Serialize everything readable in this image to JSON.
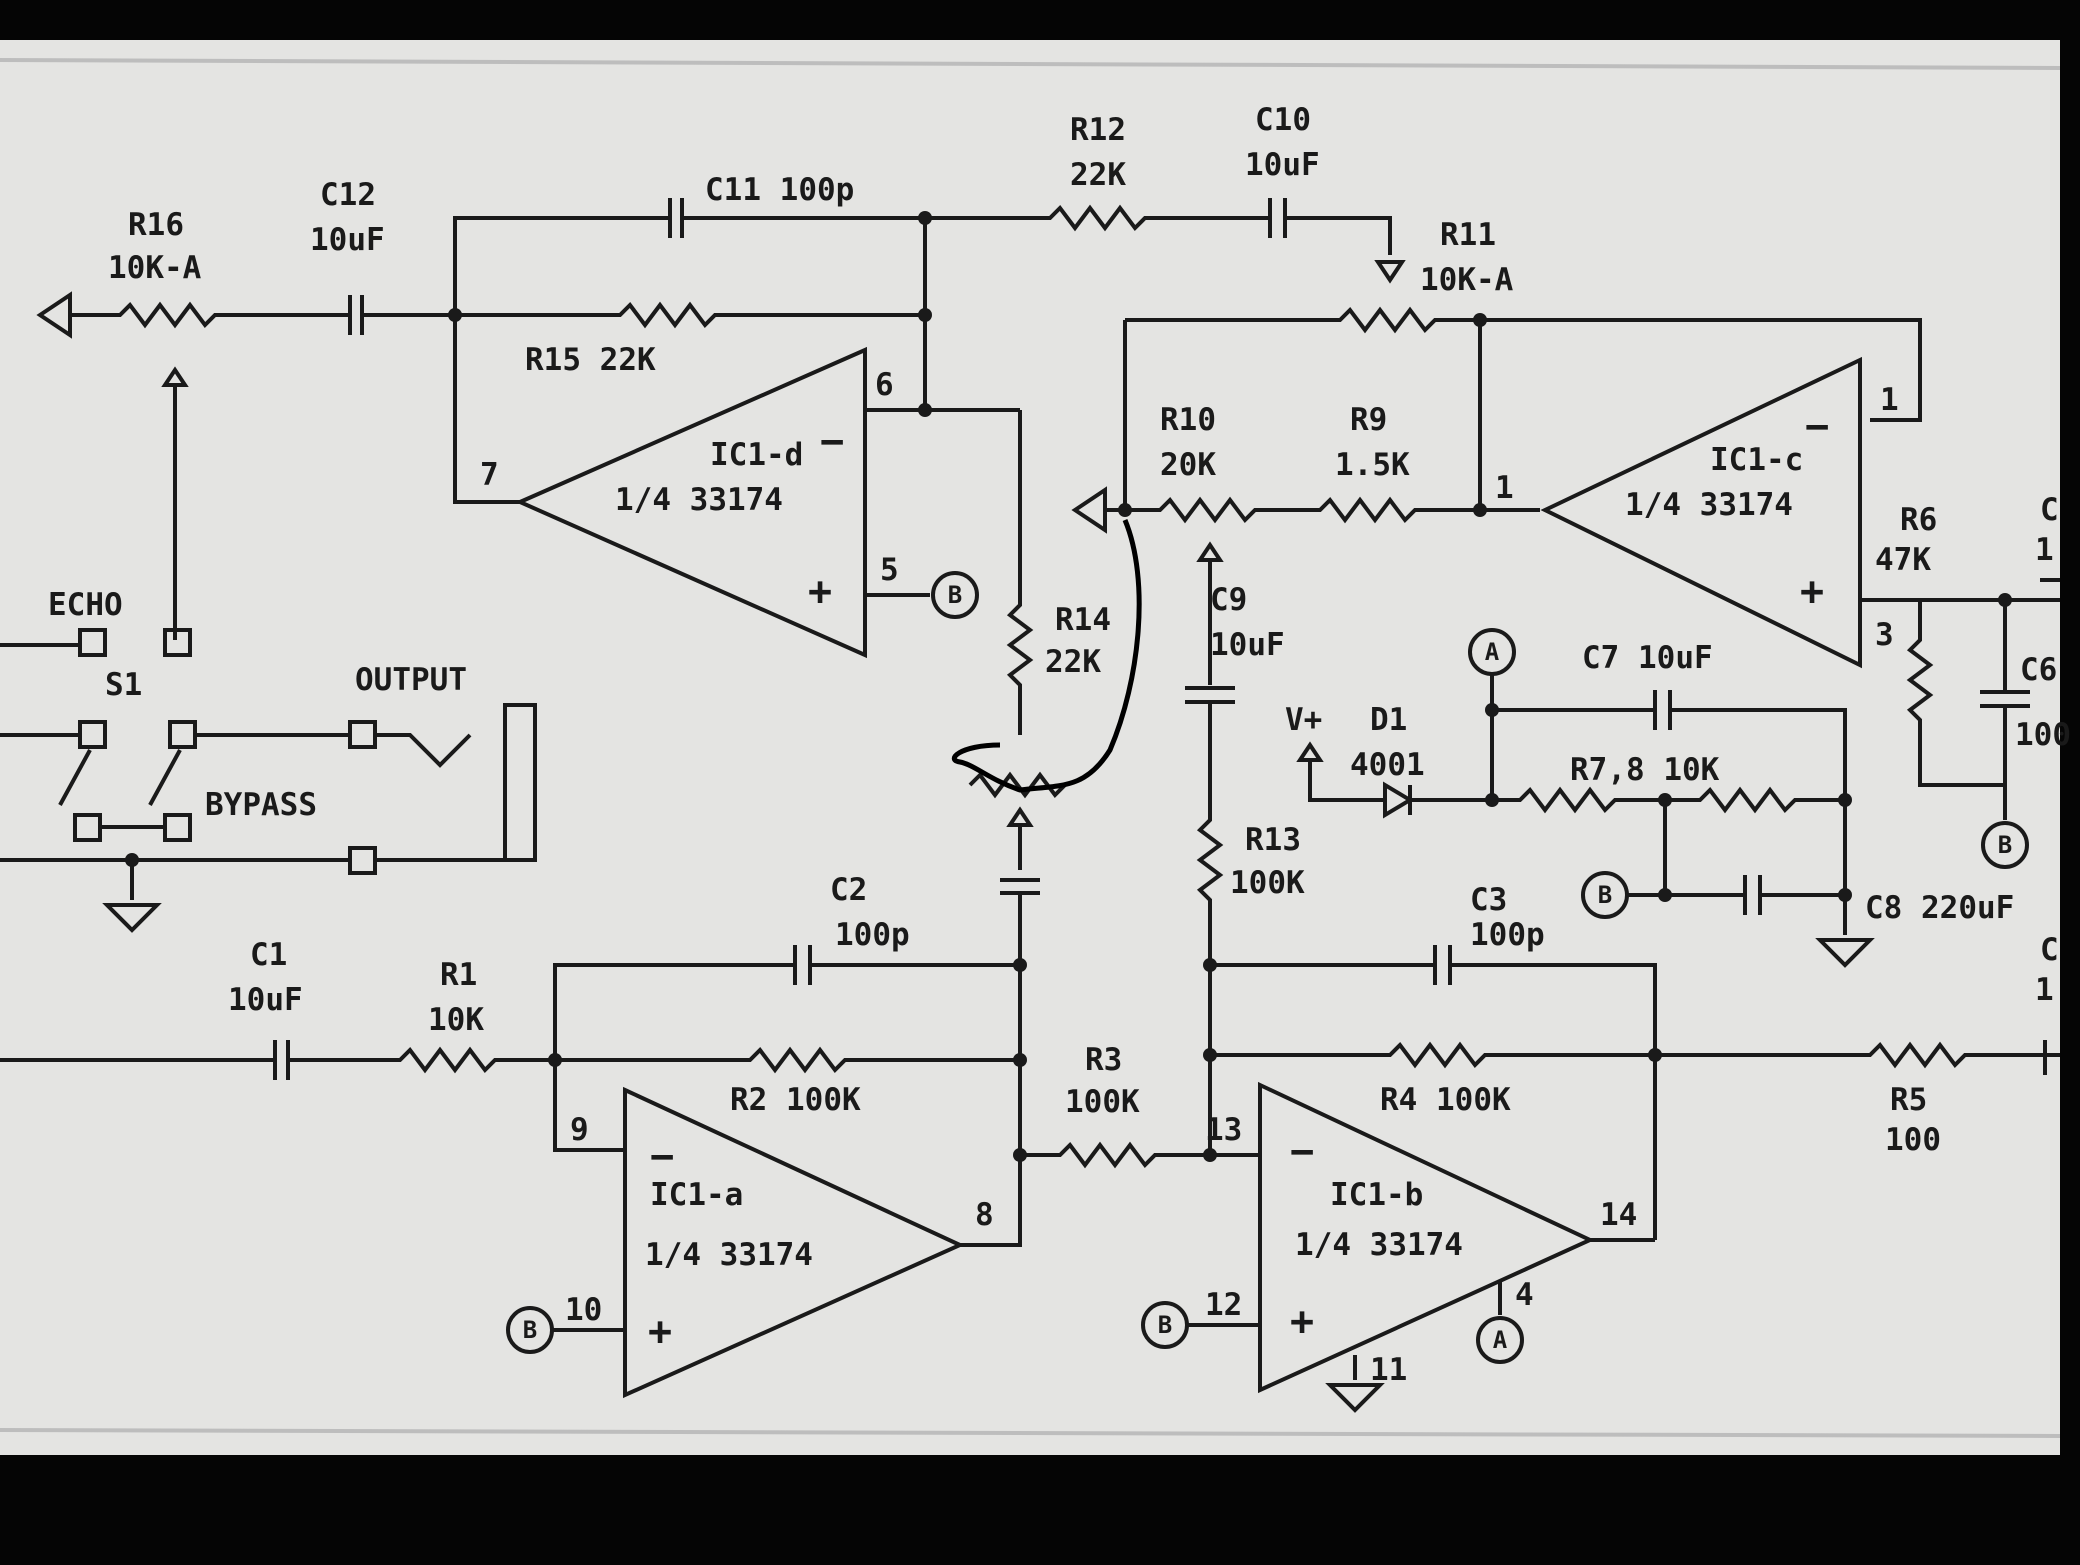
{
  "colors": {
    "background": "#050505",
    "paper": "#e4e4e2",
    "ink": "#1a1a1a",
    "marker": "#000000"
  },
  "labels": {
    "r16_name": "R16",
    "r16_val": "10K-A",
    "c12_name": "C12",
    "c12_val": "10uF",
    "c11": "C11  100p",
    "r12_name": "R12",
    "r12_val": "22K",
    "c10_name": "C10",
    "c10_val": "10uF",
    "r11_name": "R11",
    "r11_val": "10K-A",
    "r15": "R15  22K",
    "pin6": "6",
    "pin7": "7",
    "pin5": "5",
    "ic1d_name": "IC1-d",
    "ic1d_part": "1/4  33174",
    "r10_name": "R10",
    "r10_val": "20K",
    "r9_name": "R9",
    "r9_val": "1.5K",
    "pin1a": "1",
    "pin1b": "1",
    "ic1c_name": "IC1-c",
    "ic1c_part": "1/4  33174",
    "r6_name": "R6",
    "r6_val": "47K",
    "pin3": "3",
    "c6": "C6",
    "c6_val": "100",
    "echo": "ECHO",
    "s1": "S1",
    "output": "OUTPUT",
    "bypass": "BYPASS",
    "r14_name": "R14",
    "r14_val": "22K",
    "c9_name": "C9",
    "c9_val": "10uF",
    "node_a1": "A",
    "node_a2": "A",
    "node_b1": "B",
    "node_b2": "B",
    "node_b3": "B",
    "node_b4": "B",
    "node_b5": "B",
    "c7": "C7  10uF",
    "vplus": "V+",
    "d1_name": "D1",
    "d1_val": "4001",
    "r78": "R7,8  10K",
    "r13_name": "R13",
    "r13_val": "100K",
    "c8": "C8  220uF",
    "c2_name": "C2",
    "c2_val": "100p",
    "c3_name": "C3",
    "c3_val": "100p",
    "c1_name": "C1",
    "c1_val": "10uF",
    "r1_name": "R1",
    "r1_val": "10K",
    "r2": "R2  100K",
    "r3_name": "R3",
    "r3_val": "100K",
    "r4": "R4  100K",
    "r5_name": "R5",
    "r5_val": "100",
    "pin9": "9",
    "pin8": "8",
    "pin10": "10",
    "ic1a_name": "IC1-a",
    "ic1a_part": "1/4  33174",
    "pin13": "13",
    "pin14": "14",
    "pin12": "12",
    "pin4": "4",
    "pin11": "11",
    "ic1b_name": "IC1-b",
    "ic1b_part": "1/4  33174",
    "edge_c1": "C",
    "edge_c2": "1",
    "edge_c3": "C",
    "edge_c4": "1"
  }
}
